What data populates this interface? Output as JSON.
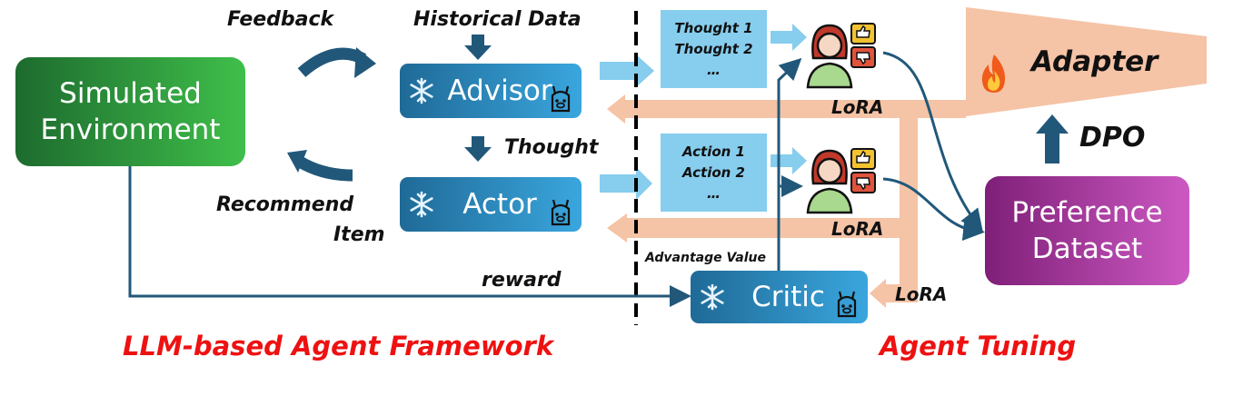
{
  "left_panel": {
    "env_line1": "Simulated",
    "env_line2": "Environment",
    "feedback": "Feedback",
    "historical_data": "Historical Data",
    "advisor": "Advisor",
    "thought": "Thought",
    "actor": "Actor",
    "recommend_line1": "Recommend",
    "recommend_line2": "Item",
    "reward": "reward",
    "title": "LLM-based Agent Framework"
  },
  "right_panel": {
    "thought_box": [
      "Thought 1",
      "Thought 2",
      "…"
    ],
    "action_box": [
      "Action 1",
      "Action 2",
      "…"
    ],
    "advantage_value": "Advantage Value",
    "critic": "Critic",
    "lora_labels": [
      "LoRA",
      "LoRA",
      "LoRA"
    ],
    "adapter": "Adapter",
    "dpo": "DPO",
    "pref_line1": "Preference",
    "pref_line2": "Dataset",
    "title": "Agent Tuning"
  },
  "colors": {
    "env_green": "#2f9a3c",
    "agent_blue": "#2e8cc4",
    "dark_arrow": "#21587a",
    "light_arrow": "#86cdee",
    "salmon": "#f5c3a6",
    "preference_purple": "#a63a9f",
    "title_red": "#ee1111"
  },
  "icons": [
    "snowflake-icon",
    "llama-icon",
    "fire-icon",
    "person-thumbs-icon"
  ]
}
